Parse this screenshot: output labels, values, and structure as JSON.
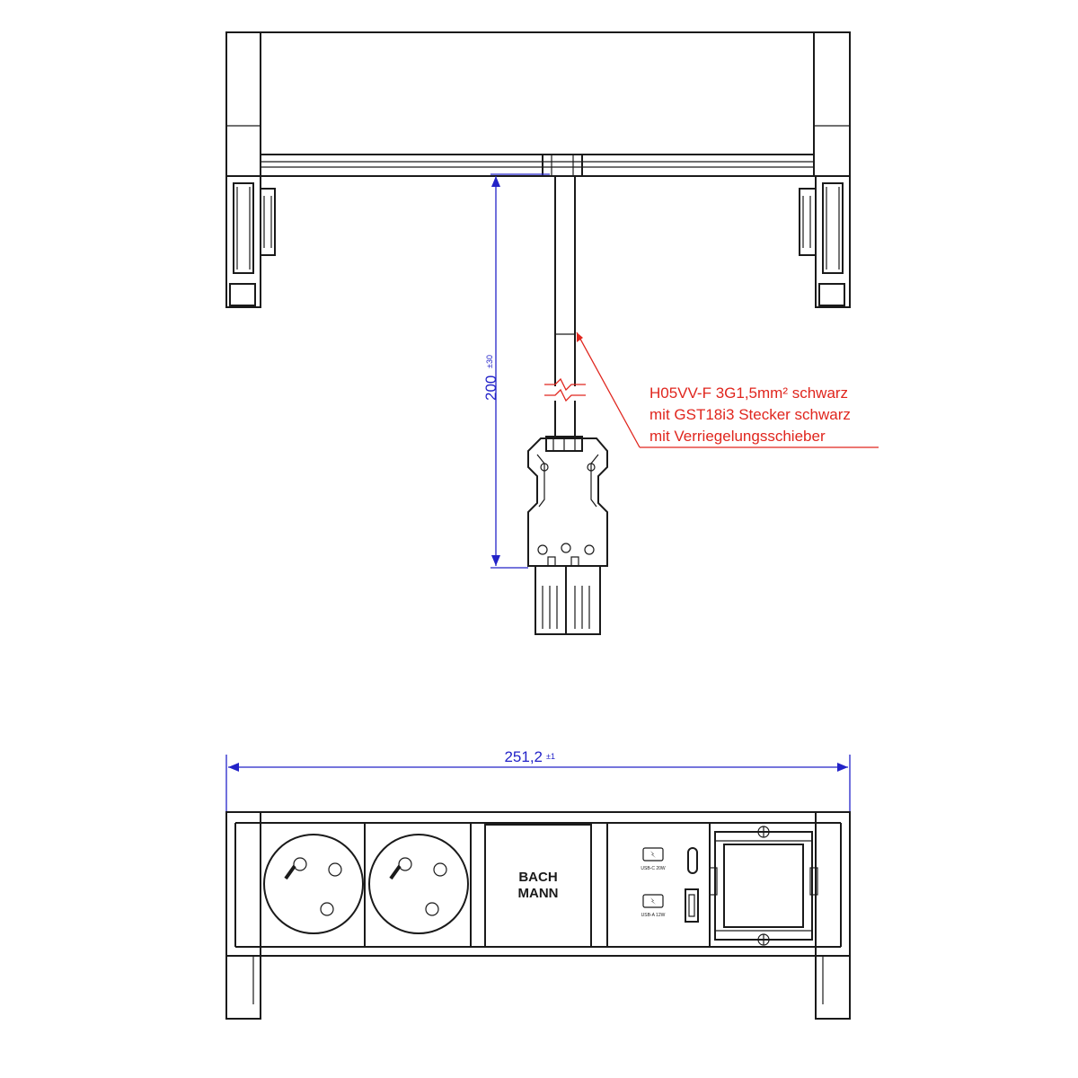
{
  "dimensions": {
    "cable_length": {
      "value": "200",
      "tolerance": "±30"
    },
    "overall_width": {
      "value": "251,2",
      "tolerance": "±1"
    }
  },
  "callout": {
    "lines": [
      "H05VV-F 3G1,5mm² schwarz",
      "mit GST18i3 Stecker schwarz",
      "mit Verriegelungsschieber"
    ]
  },
  "logo": {
    "line1": "BACH",
    "line2": "MANN"
  },
  "usb_labels": {
    "usb_c": "USB-C 20W",
    "usb_a": "USB-A 12W"
  },
  "colors": {
    "outline": "#1a1a1a",
    "dimension": "#2323c8",
    "callout": "#e0261e"
  }
}
